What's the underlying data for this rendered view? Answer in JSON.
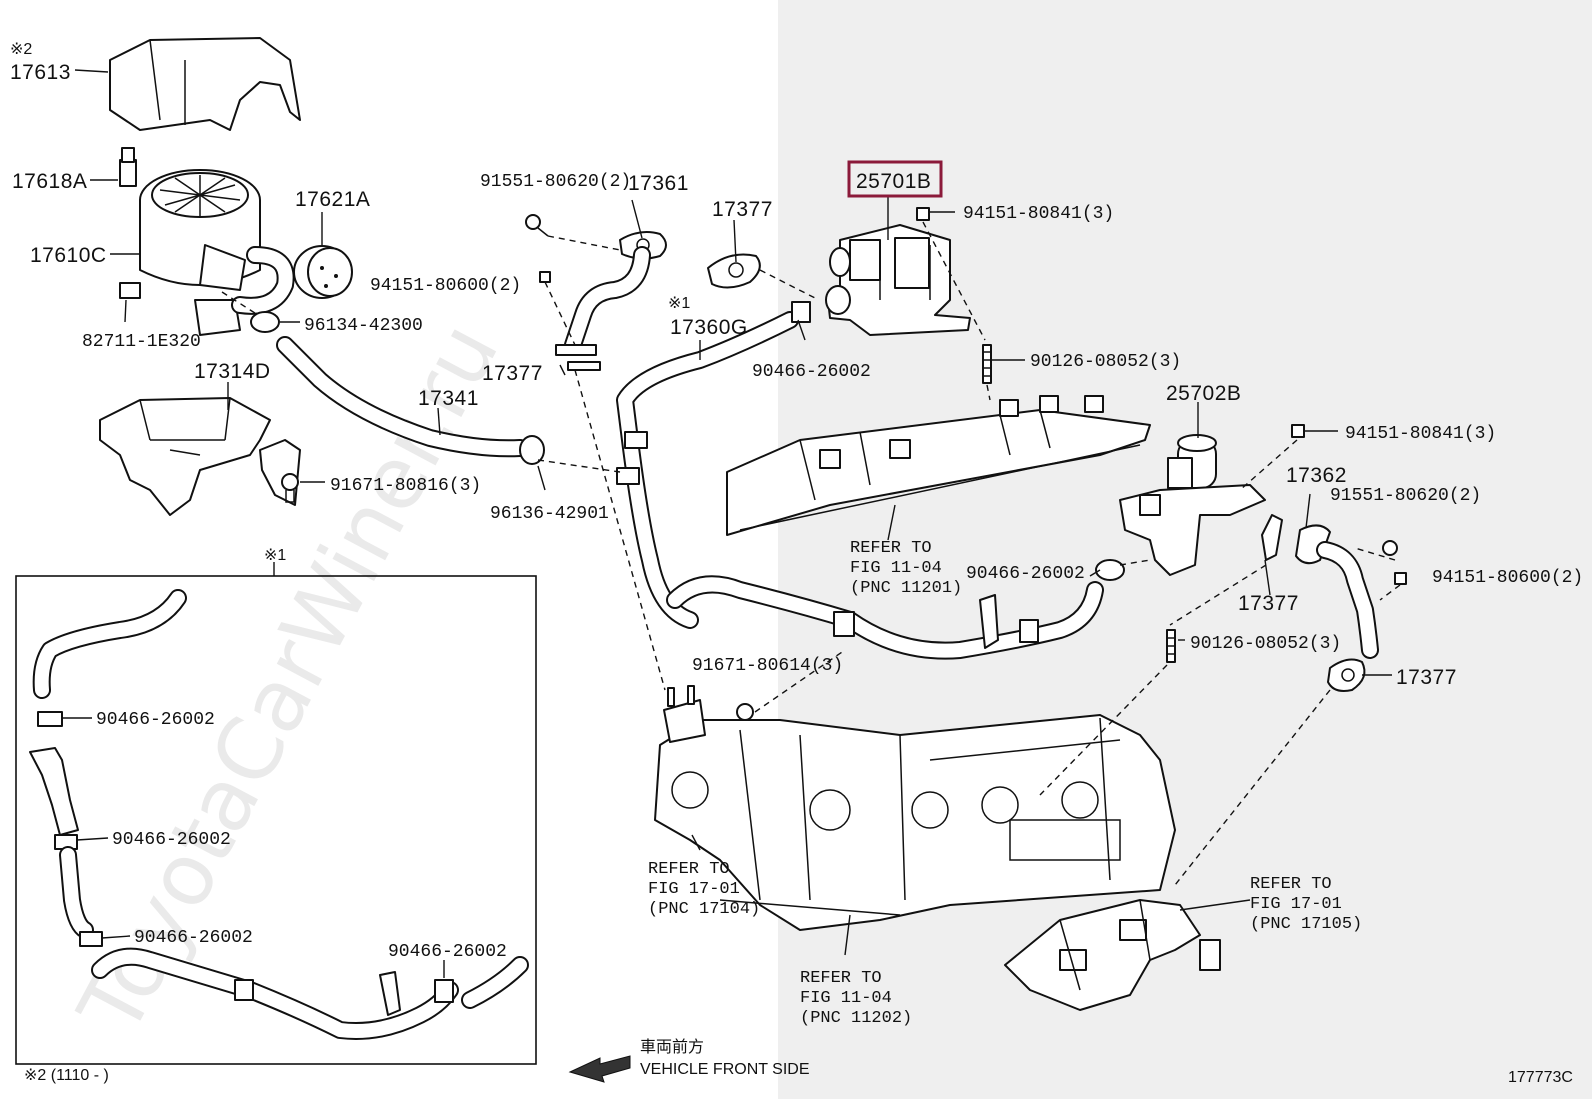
{
  "watermark": "ToyotaCarWiner.ru",
  "figure_code": "177773C",
  "front_side": {
    "japanese": "車両前方",
    "english": "VEHICLE FRONT SIDE"
  },
  "footnote": "※2 (1110 -      )",
  "marks": {
    "m1": "※1",
    "m2": "※2"
  },
  "parts": {
    "p17613": "17613",
    "p17618A": "17618A",
    "p17621A": "17621A",
    "p17610C": "17610C",
    "p82711": "82711-1E320",
    "p96134": "96134-42300",
    "p17314D": "17314D",
    "p17341": "17341",
    "p91671_816": "91671-80816(3)",
    "p96136": "96136-42901",
    "p91551_a": "91551-80620(2)",
    "p17361": "17361",
    "p94151_600a": "94151-80600(2)",
    "p17377_a": "17377",
    "p17377_b": "17377",
    "p17360G": "17360G",
    "p90466_a": "90466-26002",
    "p25701B": "25701B",
    "p94151_841a": "94151-80841(3)",
    "p90126_a": "90126-08052(3)",
    "p25702B": "25702B",
    "p94151_841b": "94151-80841(3)",
    "p17362": "17362",
    "p91551_b": "91551-80620(2)",
    "p90466_b": "90466-26002",
    "p17377_c": "17377",
    "p94151_600b": "94151-80600(2)",
    "p90126_b": "90126-08052(3)",
    "p17377_d": "17377",
    "p91671_614": "91671-80614(3)",
    "inset_90466_1": "90466-26002",
    "inset_90466_2": "90466-26002",
    "inset_90466_3": "90466-26002",
    "inset_90466_4": "90466-26002"
  },
  "refs": {
    "r11201": {
      "l1": "REFER TO",
      "l2": "FIG 11-04",
      "l3": "(PNC 11201)"
    },
    "r17104": {
      "l1": "REFER TO",
      "l2": "FIG 17-01",
      "l3": "(PNC 17104)"
    },
    "r11202": {
      "l1": "REFER TO",
      "l2": "FIG 11-04",
      "l3": "(PNC 11202)"
    },
    "r17105": {
      "l1": "REFER TO",
      "l2": "FIG 17-01",
      "l3": "(PNC 17105)"
    }
  },
  "highlight_color": "#8b1a3a"
}
